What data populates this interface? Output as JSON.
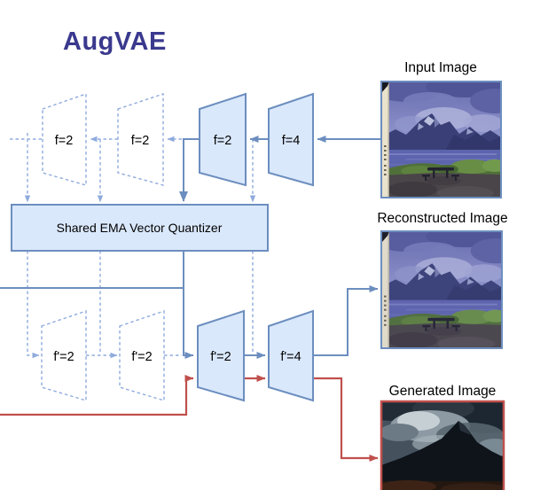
{
  "title": "AugVAE",
  "colors": {
    "title_text": "#3a398e",
    "diagram_blue": "#6c8ebf",
    "diagram_blue_dashed": "#8fabdd",
    "block_fill": "#dae8fc",
    "diagram_red": "#c0504d",
    "label_text": "#000000"
  },
  "quantizer": {
    "label": "Shared EMA Vector Quantizer"
  },
  "encoder_row": {
    "blocks": [
      {
        "label": "f=2",
        "style": "dashed"
      },
      {
        "label": "f=2",
        "style": "dashed"
      },
      {
        "label": "f=2",
        "style": "solid"
      },
      {
        "label": "f=4",
        "style": "solid"
      }
    ]
  },
  "decoder_row": {
    "blocks": [
      {
        "label": "f'=2",
        "style": "dashed"
      },
      {
        "label": "f'=2",
        "style": "dashed"
      },
      {
        "label": "f'=2",
        "style": "solid"
      },
      {
        "label": "f'=4",
        "style": "solid"
      }
    ]
  },
  "images": {
    "input": {
      "label": "Input Image"
    },
    "reconstructed": {
      "label": "Reconstructed Image"
    },
    "generated": {
      "label": "Generated Image"
    }
  }
}
